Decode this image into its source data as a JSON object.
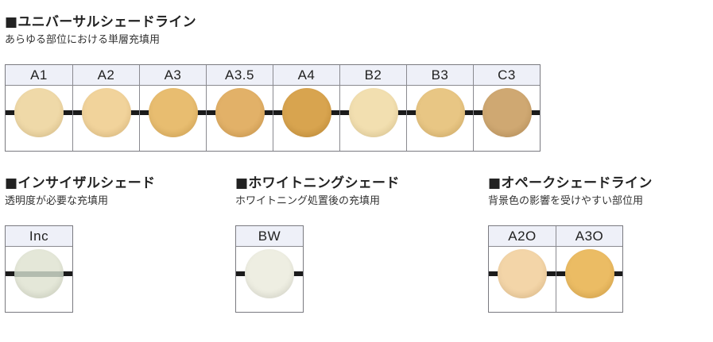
{
  "universal": {
    "title": "■ユニバーサルシェードライン",
    "subtitle": "あらゆる部位における単層充填用",
    "shades": [
      {
        "label": "A1",
        "color": "#efd9a8",
        "color_edge": "#e6c98f"
      },
      {
        "label": "A2",
        "color": "#f1d39b",
        "color_edge": "#e7c283"
      },
      {
        "label": "A3",
        "color": "#e8bd70",
        "color_edge": "#dcaa57"
      },
      {
        "label": "A3.5",
        "color": "#e2b168",
        "color_edge": "#d59e50"
      },
      {
        "label": "A4",
        "color": "#d8a44f",
        "color_edge": "#c99138"
      },
      {
        "label": "B2",
        "color": "#f2dfb0",
        "color_edge": "#e8d097"
      },
      {
        "label": "B3",
        "color": "#e8c684",
        "color_edge": "#ddb56b"
      },
      {
        "label": "C3",
        "color": "#cfa872",
        "color_edge": "#c0965e"
      }
    ]
  },
  "incisal": {
    "title": "■インサイザルシェード",
    "subtitle": "透明度が必要な充填用",
    "shades": [
      {
        "label": "Inc",
        "color": "#e4e7d8",
        "color_edge": "#d6dac8"
      }
    ]
  },
  "whitening": {
    "title": "■ホワイトニングシェード",
    "subtitle": "ホワイトニング処置後の充填用",
    "shades": [
      {
        "label": "BW",
        "color": "#eeeee2",
        "color_edge": "#e0e0d2"
      }
    ]
  },
  "opaque": {
    "title": "■オペークシェードライン",
    "subtitle": "背景色の影響を受けやすい部位用",
    "shades": [
      {
        "label": "A2O",
        "color": "#f3d5a8",
        "color_edge": "#ebc58f"
      },
      {
        "label": "A3O",
        "color": "#ebbc64",
        "color_edge": "#e0aa4c"
      }
    ]
  }
}
